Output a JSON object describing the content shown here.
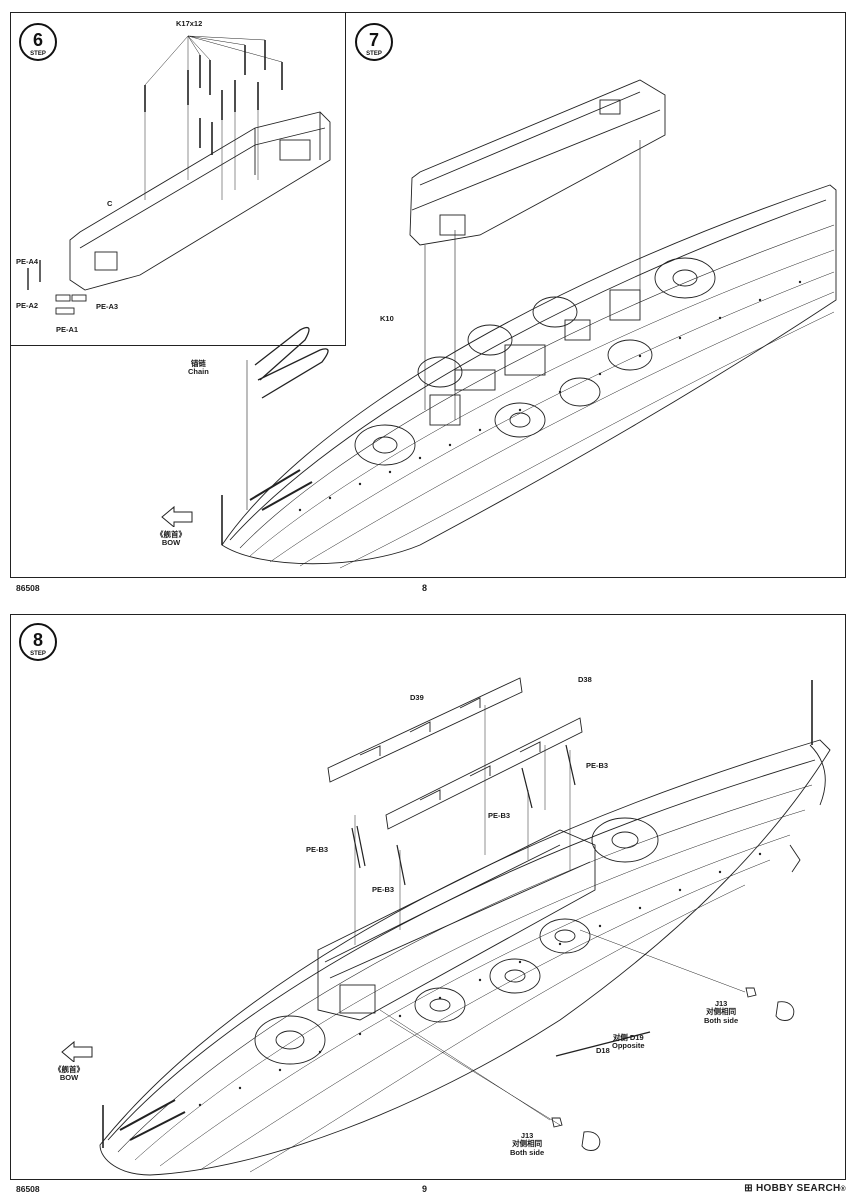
{
  "top_page": {
    "number": "8",
    "code": "86508",
    "step6": {
      "step_number": "6",
      "step_word": "STEP"
    },
    "step7": {
      "step_number": "7",
      "step_word": "STEP"
    },
    "labels": {
      "k17x12": "K17x12",
      "c": "C",
      "pe_a4": "PE-A4",
      "pe_a2": "PE-A2",
      "pe_a3": "PE-A3",
      "pe_a1": "PE-A1",
      "k10": "K10",
      "chain_cn": "锚链",
      "chain_en": "Chain",
      "bow_cn": "《舰首》",
      "bow_en": "BOW"
    }
  },
  "bottom_page": {
    "number": "9",
    "code": "86508",
    "step8": {
      "step_number": "8",
      "step_word": "STEP"
    },
    "labels": {
      "d39": "D39",
      "d38": "D38",
      "pe_b3_a": "PE-B3",
      "pe_b3_b": "PE-B3",
      "pe_b3_c": "PE-B3",
      "pe_b3_d": "PE-B3",
      "d19_cn": "对侧 D19",
      "d19_en": "Opposite",
      "d18": "D18",
      "j13_right": "J13",
      "j13_right_cn": "对侧相同",
      "j13_right_en": "Both side",
      "j13_bottom": "J13",
      "j13_bottom_cn": "对侧相同",
      "j13_bottom_en": "Both side",
      "bow_cn": "《舰首》",
      "bow_en": "BOW"
    }
  },
  "watermark": {
    "brand": "HOBBY SEARCH",
    "reg": "®"
  }
}
